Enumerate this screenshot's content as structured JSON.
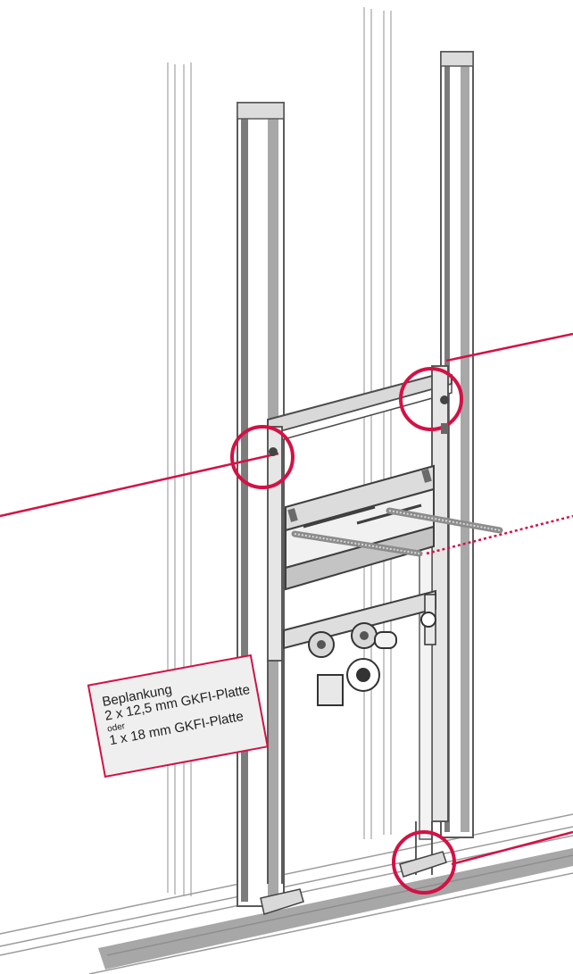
{
  "label": {
    "line1": "Beplankung",
    "line2": "2 x 12,5 mm GKFI-Platte",
    "line3": "oder",
    "line4": "1 x 18 mm GKFI-Platte"
  },
  "colors": {
    "accent_red": "#d31145",
    "line_gray": "#6f6f6f",
    "light_gray": "#c8c8c8",
    "dark_gray": "#4a4a4a",
    "panel_fill": "#efefef"
  }
}
